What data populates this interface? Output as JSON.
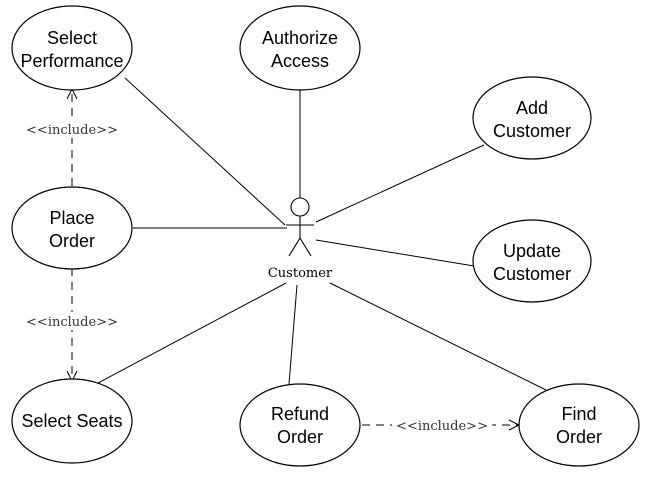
{
  "actor": {
    "label": "Customer"
  },
  "use_cases": {
    "select_performance": [
      "Select",
      "Performance"
    ],
    "authorize_access": [
      "Authorize",
      "Access"
    ],
    "add_customer": [
      "Add",
      "Customer"
    ],
    "place_order": [
      "Place",
      "Order"
    ],
    "update_customer": [
      "Update",
      "Customer"
    ],
    "select_seats": [
      "Select Seats"
    ],
    "refund_order": [
      "Refund",
      "Order"
    ],
    "find_order": [
      "Find",
      "Order"
    ]
  },
  "dependencies": {
    "place_to_select_performance": "<<include>>",
    "place_to_select_seats": "<<include>>",
    "refund_to_find_order": "<<include>>"
  },
  "colors": {
    "line": "#000000",
    "background": "#ffffff"
  }
}
